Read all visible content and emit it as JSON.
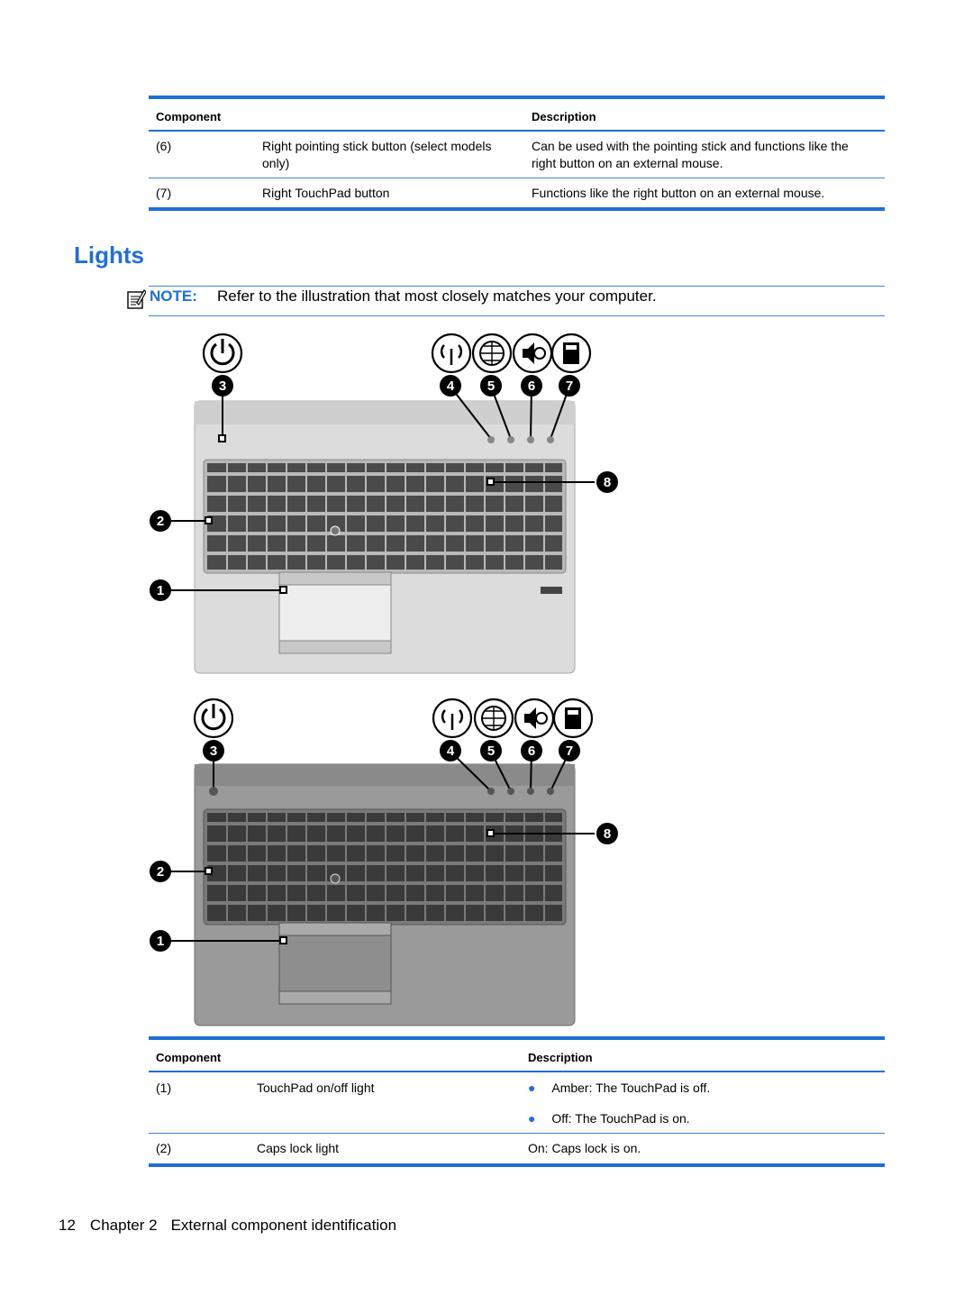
{
  "table_top": {
    "header": {
      "component": "Component",
      "description": "Description"
    },
    "rows": [
      {
        "num": "(6)",
        "component": [
          "Right pointing stick button (select models",
          "only)"
        ],
        "description": [
          "Can be used with the pointing stick and functions like the",
          "right button on an external mouse."
        ]
      },
      {
        "num": "(7)",
        "component": [
          "Right TouchPad button"
        ],
        "description": [
          "Functions like the right button on an external mouse."
        ]
      }
    ]
  },
  "section_title": "Lights",
  "note": {
    "label": "NOTE:",
    "text": "Refer to the illustration that most closely matches your computer."
  },
  "figure_callouts": [
    "1",
    "2",
    "3",
    "4",
    "5",
    "6",
    "7",
    "8"
  ],
  "icons": [
    "power-icon",
    "wireless-icon",
    "web-browser-icon",
    "volume-mute-icon",
    "calculator-icon"
  ],
  "table_bottom": {
    "header": {
      "component": "Component",
      "description": "Description"
    },
    "rows": [
      {
        "num": "(1)",
        "component": "TouchPad on/off light",
        "bullets": [
          "Amber: The TouchPad is off.",
          "Off: The TouchPad is on."
        ]
      },
      {
        "num": "(2)",
        "component": "Caps lock light",
        "description": "On: Caps lock is on."
      }
    ]
  },
  "footer": {
    "page": "12",
    "chapter": "Chapter 2",
    "title": "External component identification"
  },
  "colors": {
    "accent": "#1f6fd6"
  }
}
